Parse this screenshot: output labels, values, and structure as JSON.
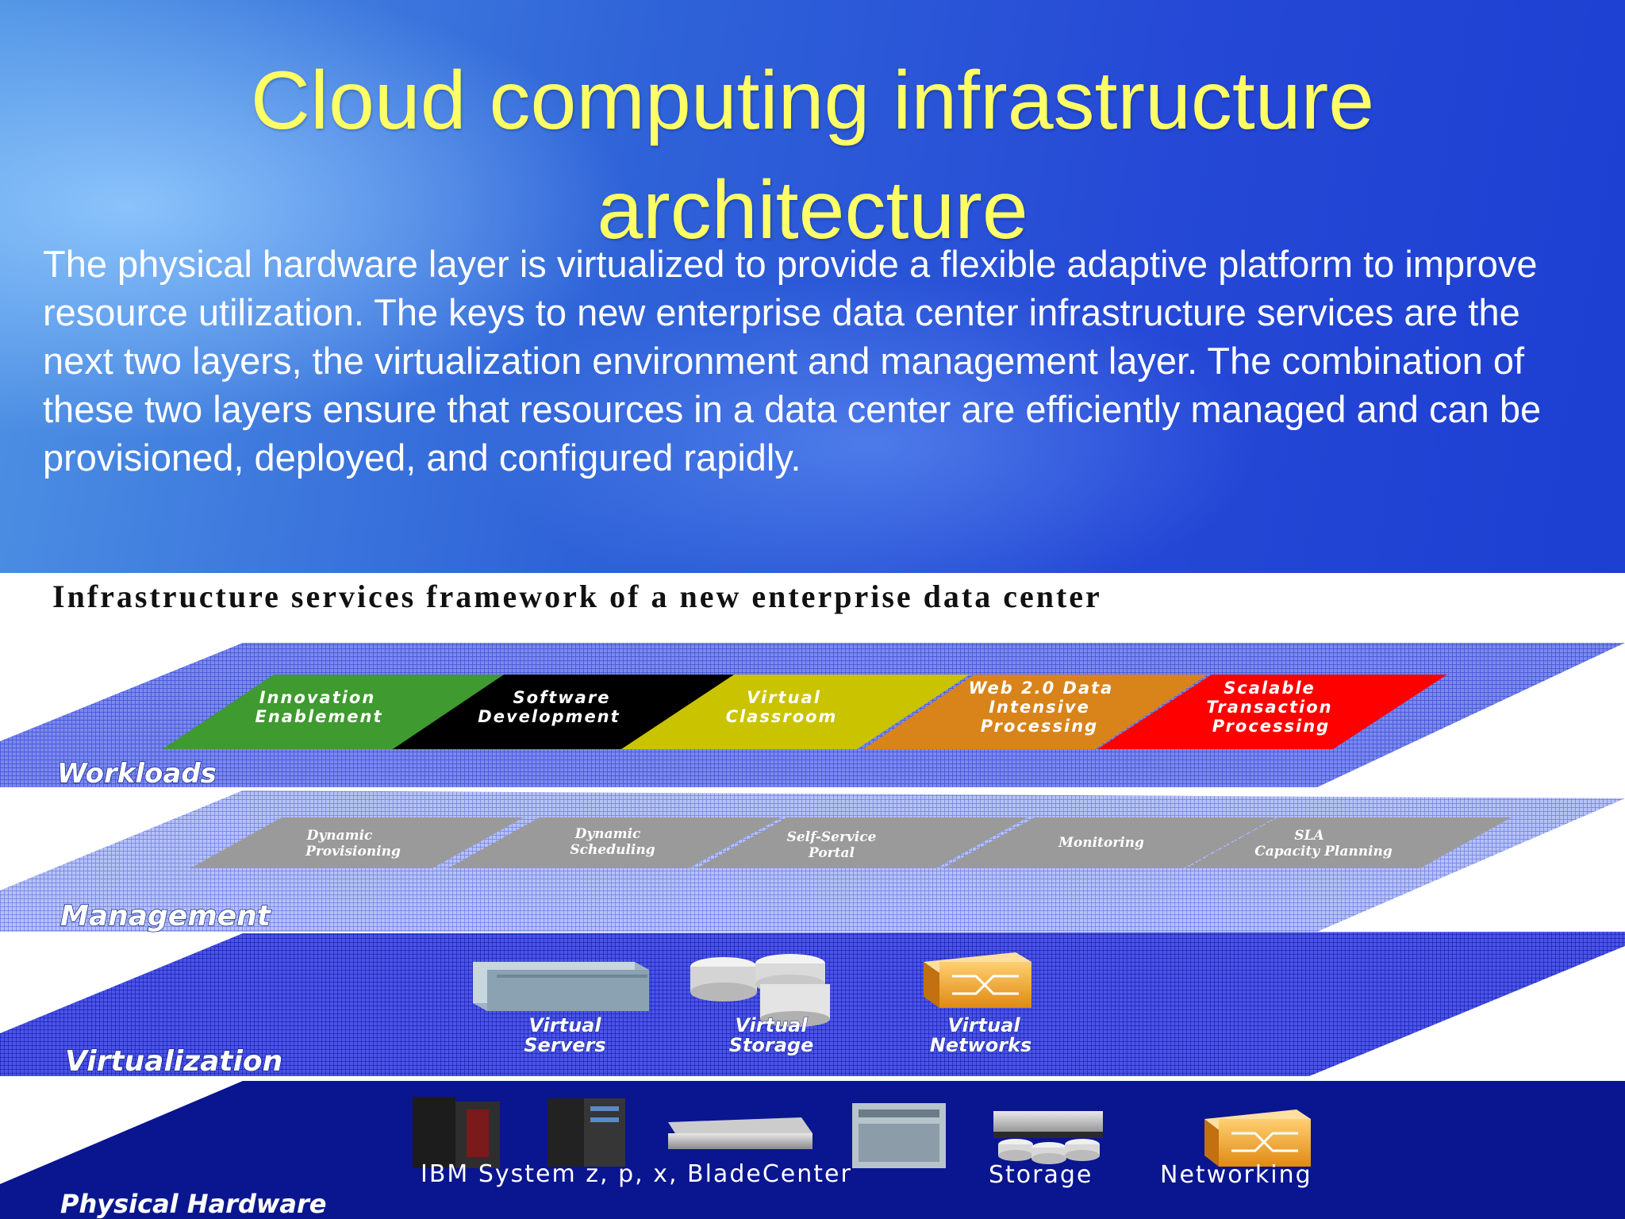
{
  "slide": {
    "title": "Cloud computing infrastructure architecture",
    "body": "The physical hardware layer is virtualized to provide a flexible adaptive platform to improve resource utilization. The keys to new enterprise data center infrastructure services are the next two layers, the virtualization environment and management layer. The combination of these two layers ensure that resources in a data center are efficiently managed and can be provisioned, deployed, and configured rapidly."
  },
  "figure": {
    "title": "Infrastructure services framework of a new enterprise data center",
    "layers": {
      "workloads": {
        "name": "Workloads",
        "items": [
          {
            "line1": "Innovation",
            "line2": "Enablement",
            "line3": "",
            "color": "#3f9a2f"
          },
          {
            "line1": "Software",
            "line2": "Development",
            "line3": "",
            "color": "#000000"
          },
          {
            "line1": "Virtual",
            "line2": "Classroom",
            "line3": "",
            "color": "#c9c300"
          },
          {
            "line1": "Web 2.0 Data",
            "line2": "Intensive",
            "line3": "Processing",
            "color": "#d8841a"
          },
          {
            "line1": "Scalable",
            "line2": "Transaction",
            "line3": "Processing",
            "color": "#ff0000"
          }
        ]
      },
      "management": {
        "name": "Management",
        "items": [
          {
            "line1": "Dynamic",
            "line2": "Provisioning"
          },
          {
            "line1": "Dynamic",
            "line2": "Scheduling"
          },
          {
            "line1": "Self-Service",
            "line2": "Portal"
          },
          {
            "line1": "Monitoring",
            "line2": ""
          },
          {
            "line1": "SLA",
            "line2": "Capacity Planning"
          }
        ]
      },
      "virtualization": {
        "name": "Virtualization",
        "items": [
          {
            "line1": "Virtual",
            "line2": "Servers",
            "icon": "server-rack-icon"
          },
          {
            "line1": "Virtual",
            "line2": "Storage",
            "icon": "storage-disks-icon"
          },
          {
            "line1": "Virtual",
            "line2": "Networks",
            "icon": "network-switch-icon"
          }
        ]
      },
      "physical": {
        "name": "Physical Hardware",
        "groups": [
          {
            "label": "IBM System z, p, x, BladeCenter",
            "icon": "ibm-servers-icon"
          },
          {
            "label": "Storage",
            "icon": "storage-array-icon"
          },
          {
            "label": "Networking",
            "icon": "network-switch-icon"
          }
        ]
      }
    },
    "colors": {
      "workloads_plane": "#5a6ee6",
      "management_plane": "#98a6f0",
      "virtualization_plane": "#3038d8",
      "physical_plane": "#0a1590",
      "management_item": "#9a9a9a"
    }
  }
}
